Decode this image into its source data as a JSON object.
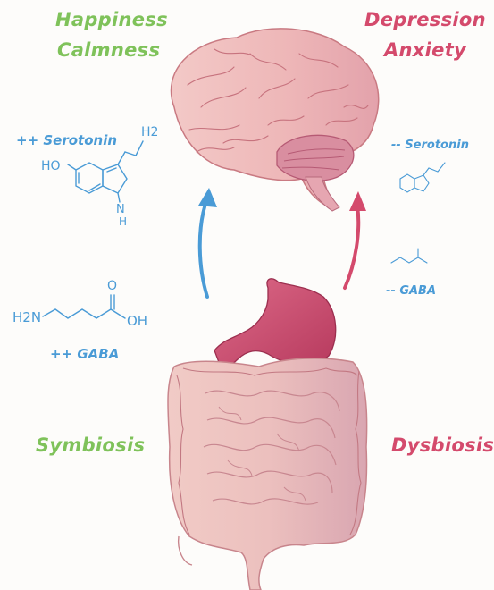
{
  "left": {
    "state": "Symbiosis",
    "moods": [
      "Happiness",
      "Calmness"
    ],
    "serotonin": "++ Serotonin",
    "gaba": "++ GABA"
  },
  "right": {
    "state": "Dysbiosis",
    "moods": [
      "Depression",
      "Anxiety"
    ],
    "serotonin": "-- Serotonin",
    "gaba": "-- GABA"
  },
  "molecules": {
    "serotonin_ho": "HO",
    "serotonin_n": "N",
    "serotonin_h": "H",
    "serotonin_h2": "H2",
    "gaba_h2n": "H2N",
    "gaba_oh": "OH",
    "gaba_o": "O"
  },
  "colors": {
    "positive": "#7fc25a",
    "negative": "#d44a6c",
    "molecule": "#4a9bd6",
    "organ_pink": "#e8a9ae",
    "stomach": "#c8486a"
  }
}
